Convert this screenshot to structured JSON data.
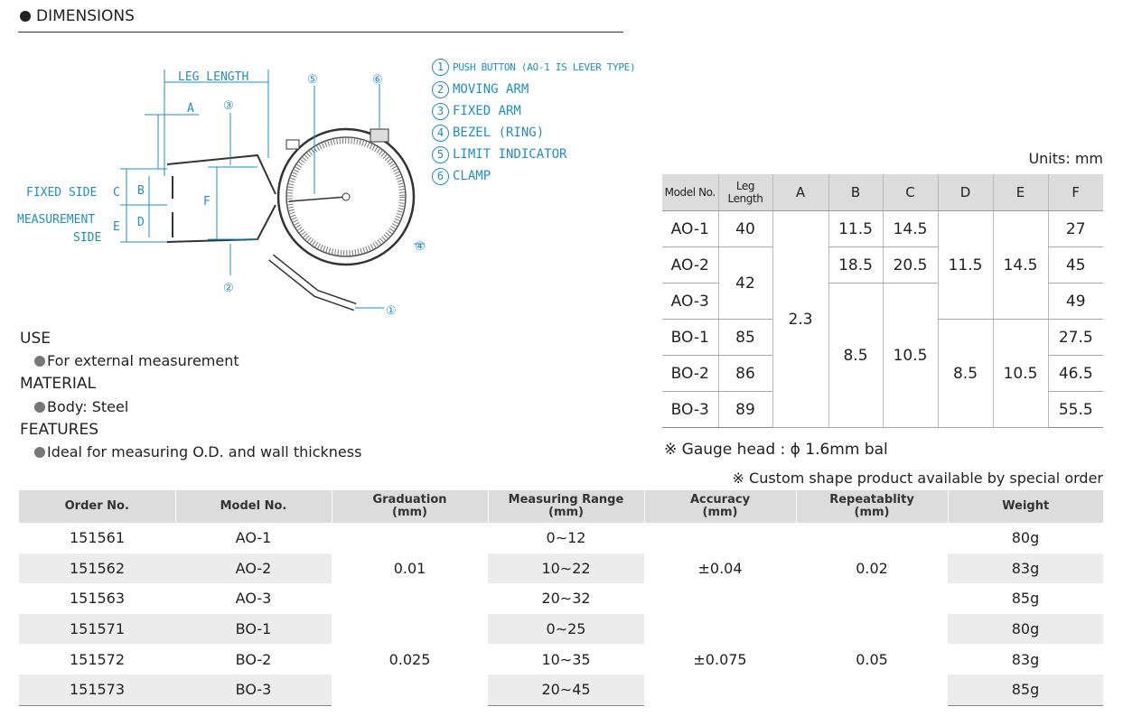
{
  "header": {
    "title": "DIMENSIONS"
  },
  "diagram": {
    "leg_length": "LEG LENGTH",
    "a": "A",
    "fixed_side": "FIXED SIDE",
    "measurement_side_1": "MEASUREMENT",
    "measurement_side_2": "SIDE",
    "c": "C",
    "b": "B",
    "d": "D",
    "e": "E",
    "f": "F",
    "callouts": [
      "①",
      "②",
      "③",
      "④",
      "⑤",
      "⑥"
    ]
  },
  "parts": [
    {
      "num": "1",
      "label": "PUSH BUTTON (AO-1 IS LEVER TYPE)"
    },
    {
      "num": "2",
      "label": "MOVING ARM"
    },
    {
      "num": "3",
      "label": "FIXED ARM"
    },
    {
      "num": "4",
      "label": "BEZEL (RING)"
    },
    {
      "num": "5",
      "label": "LIMIT INDICATOR"
    },
    {
      "num": "6",
      "label": "CLAMP"
    }
  ],
  "info": {
    "use_title": "USE",
    "use_text": "For external measurement",
    "material_title": "MATERIAL",
    "material_text": "Body: Steel",
    "features_title": "FEATURES",
    "features_text": "Ideal for measuring O.D. and wall thickness"
  },
  "spec_table": {
    "units": "Units: mm",
    "headers": [
      "Model No.",
      "Leg Length",
      "A",
      "B",
      "C",
      "D",
      "E",
      "F"
    ],
    "models": [
      "AO-1",
      "AO-2",
      "AO-3",
      "BO-1",
      "BO-2",
      "BO-3"
    ],
    "leg": {
      "ao1": "40",
      "ao23": "42",
      "bo1": "85",
      "bo2": "86",
      "bo3": "89"
    },
    "a_all": "2.3",
    "b": {
      "ao1": "11.5",
      "ao2": "18.5",
      "bo": "8.5"
    },
    "c": {
      "ao1": "14.5",
      "ao2": "20.5",
      "bo": "10.5"
    },
    "d": {
      "ao": "11.5",
      "bo": "8.5"
    },
    "e": {
      "ao": "14.5",
      "bo": "10.5"
    },
    "f": [
      "27",
      "45",
      "49",
      "27.5",
      "46.5",
      "55.5"
    ],
    "note_gauge": "※ Gauge head : ϕ 1.6mm bal",
    "note_custom": "※ Custom shape product available by special order"
  },
  "order_table": {
    "headers": {
      "order": "Order No.",
      "model": "Model No.",
      "grad_1": "Graduation",
      "grad_2": "(mm)",
      "range_1": "Measuring Range",
      "range_2": "(mm)",
      "acc_1": "Accuracy",
      "acc_2": "(mm)",
      "rep_1": "Repeatablity",
      "rep_2": "(mm)",
      "weight": "Weight"
    },
    "rows": [
      {
        "order": "151561",
        "model": "AO-1",
        "range": "0∼12",
        "weight": "80g"
      },
      {
        "order": "151562",
        "model": "AO-2",
        "range": "10∼22",
        "weight": "83g"
      },
      {
        "order": "151563",
        "model": "AO-3",
        "range": "20∼32",
        "weight": "85g"
      },
      {
        "order": "151571",
        "model": "BO-1",
        "range": "0∼25",
        "weight": "80g"
      },
      {
        "order": "151572",
        "model": "BO-2",
        "range": "10∼35",
        "weight": "83g"
      },
      {
        "order": "151573",
        "model": "BO-3",
        "range": "20∼45",
        "weight": "85g"
      }
    ],
    "group_a": {
      "grad": "0.01",
      "acc": "±0.04",
      "rep": "0.02"
    },
    "group_b": {
      "grad": "0.025",
      "acc": "±0.075",
      "rep": "0.05"
    }
  }
}
